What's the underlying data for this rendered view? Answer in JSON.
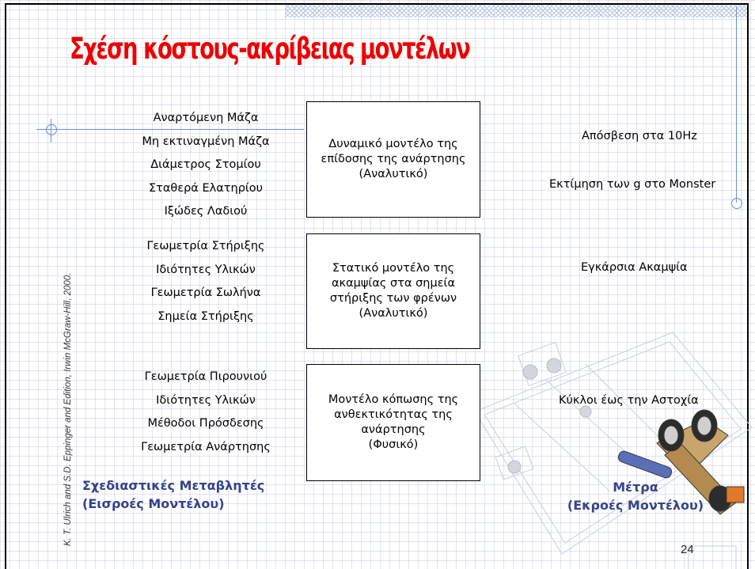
{
  "slide": {
    "title": "Σχέση κόστους-ακρίβειας μοντέλων",
    "credit": "K. T. Ulrich and S.D. Eppinger and Edition, Irwin McGraw-Hill, 2000.",
    "page_number": "24",
    "colors": {
      "title": "#ee0000",
      "footer_label": "#34438a",
      "accent_lines": "#6f8fd6"
    }
  },
  "rows": [
    {
      "inputs": [
        "Αναρτόμενη Μάζα",
        "Μη εκτιναγμένη Μάζα",
        "Διάμετρος Στομίου",
        "Σταθερά Ελατηρίου",
        "Ιξώδες Λαδιού"
      ],
      "model": "Δυναμικό μοντέλο της\nεπίδοσης της ανάρτησης\n(Αναλυτικό)",
      "metrics": [
        "Απόσβεση στα 10Hz",
        "Εκτίμηση των g στο Monster"
      ]
    },
    {
      "inputs": [
        "Γεωμετρία Στήριξης",
        "Ιδιότητες Υλικών",
        "Γεωμετρία Σωλήνα",
        "Σημεία Στήριξης"
      ],
      "model": "Στατικό μοντέλο της\nακαμψίας στα σημεία\nστήριξης των φρένων\n(Αναλυτικό)",
      "metrics": [
        "Εγκάρσια Ακαμψία"
      ]
    },
    {
      "inputs": [
        "Γεωμετρία Πιρουνιού",
        "Ιδιότητες Υλικών",
        "Μέθοδοι Πρόσδεσης",
        "Γεωμετρία Ανάρτησης"
      ],
      "model": "Μοντέλο κόπωσης της\nανθεκτικότητας της\nανάρτησης\n(Φυσικό)",
      "metrics": [
        "Κύκλοι έως την Αστοχία"
      ]
    }
  ],
  "footer": {
    "inputs_label": [
      "Σχεδιαστικές Μεταβλητές",
      "(Εισροές Μοντέλου)"
    ],
    "outputs_label": [
      "Μέτρα",
      "(Εκροές Μοντέλου)"
    ]
  }
}
